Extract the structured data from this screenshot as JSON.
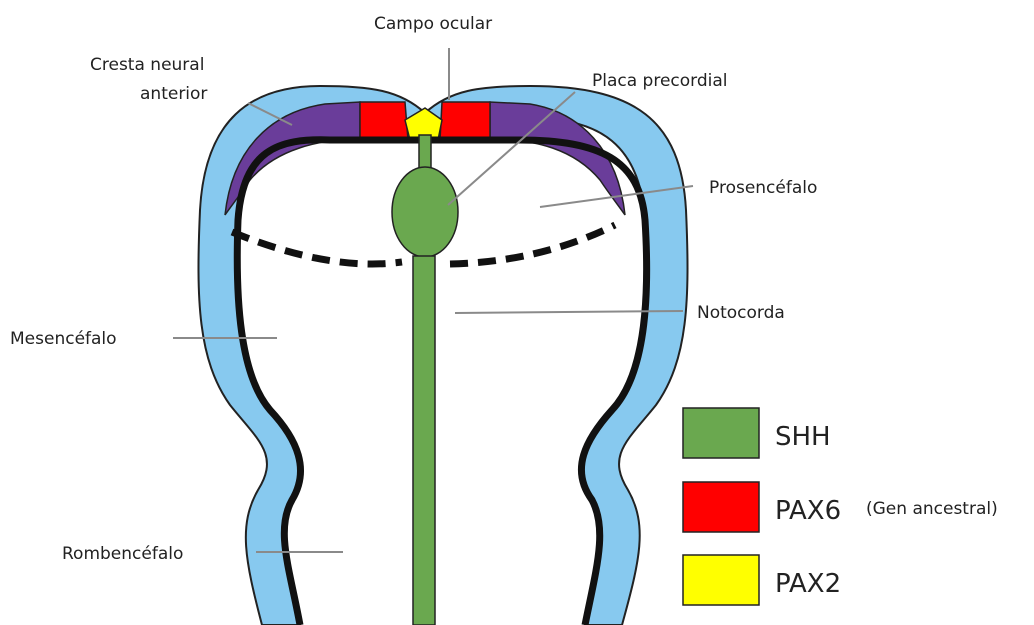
{
  "labels": {
    "campo_ocular": "Campo ocular",
    "cresta_line1": "Cresta neural",
    "cresta_line2": "anterior",
    "placa_precordial": "Placa precordial",
    "prosencefalo": "Prosencéfalo",
    "mesencefalo": "Mesencéfalo",
    "notocorda": "Notocorda",
    "rombencefalo": "Rombencéfalo"
  },
  "legend": [
    {
      "name": "SHH",
      "note": "",
      "color": "#6aa84f"
    },
    {
      "name": "PAX6",
      "note": "(Gen ancestral)",
      "color": "#ff0000"
    },
    {
      "name": "PAX2",
      "note": "",
      "color": "#ffff00"
    }
  ],
  "colors": {
    "outer_tissue": "#87c9ef",
    "neural_wall": "#111111",
    "neural_crest": "#6a3d9a",
    "pax6": "#ff0000",
    "pax2": "#ffff00",
    "shh": "#6aa84f",
    "leader_line": "#8a8a8a"
  }
}
